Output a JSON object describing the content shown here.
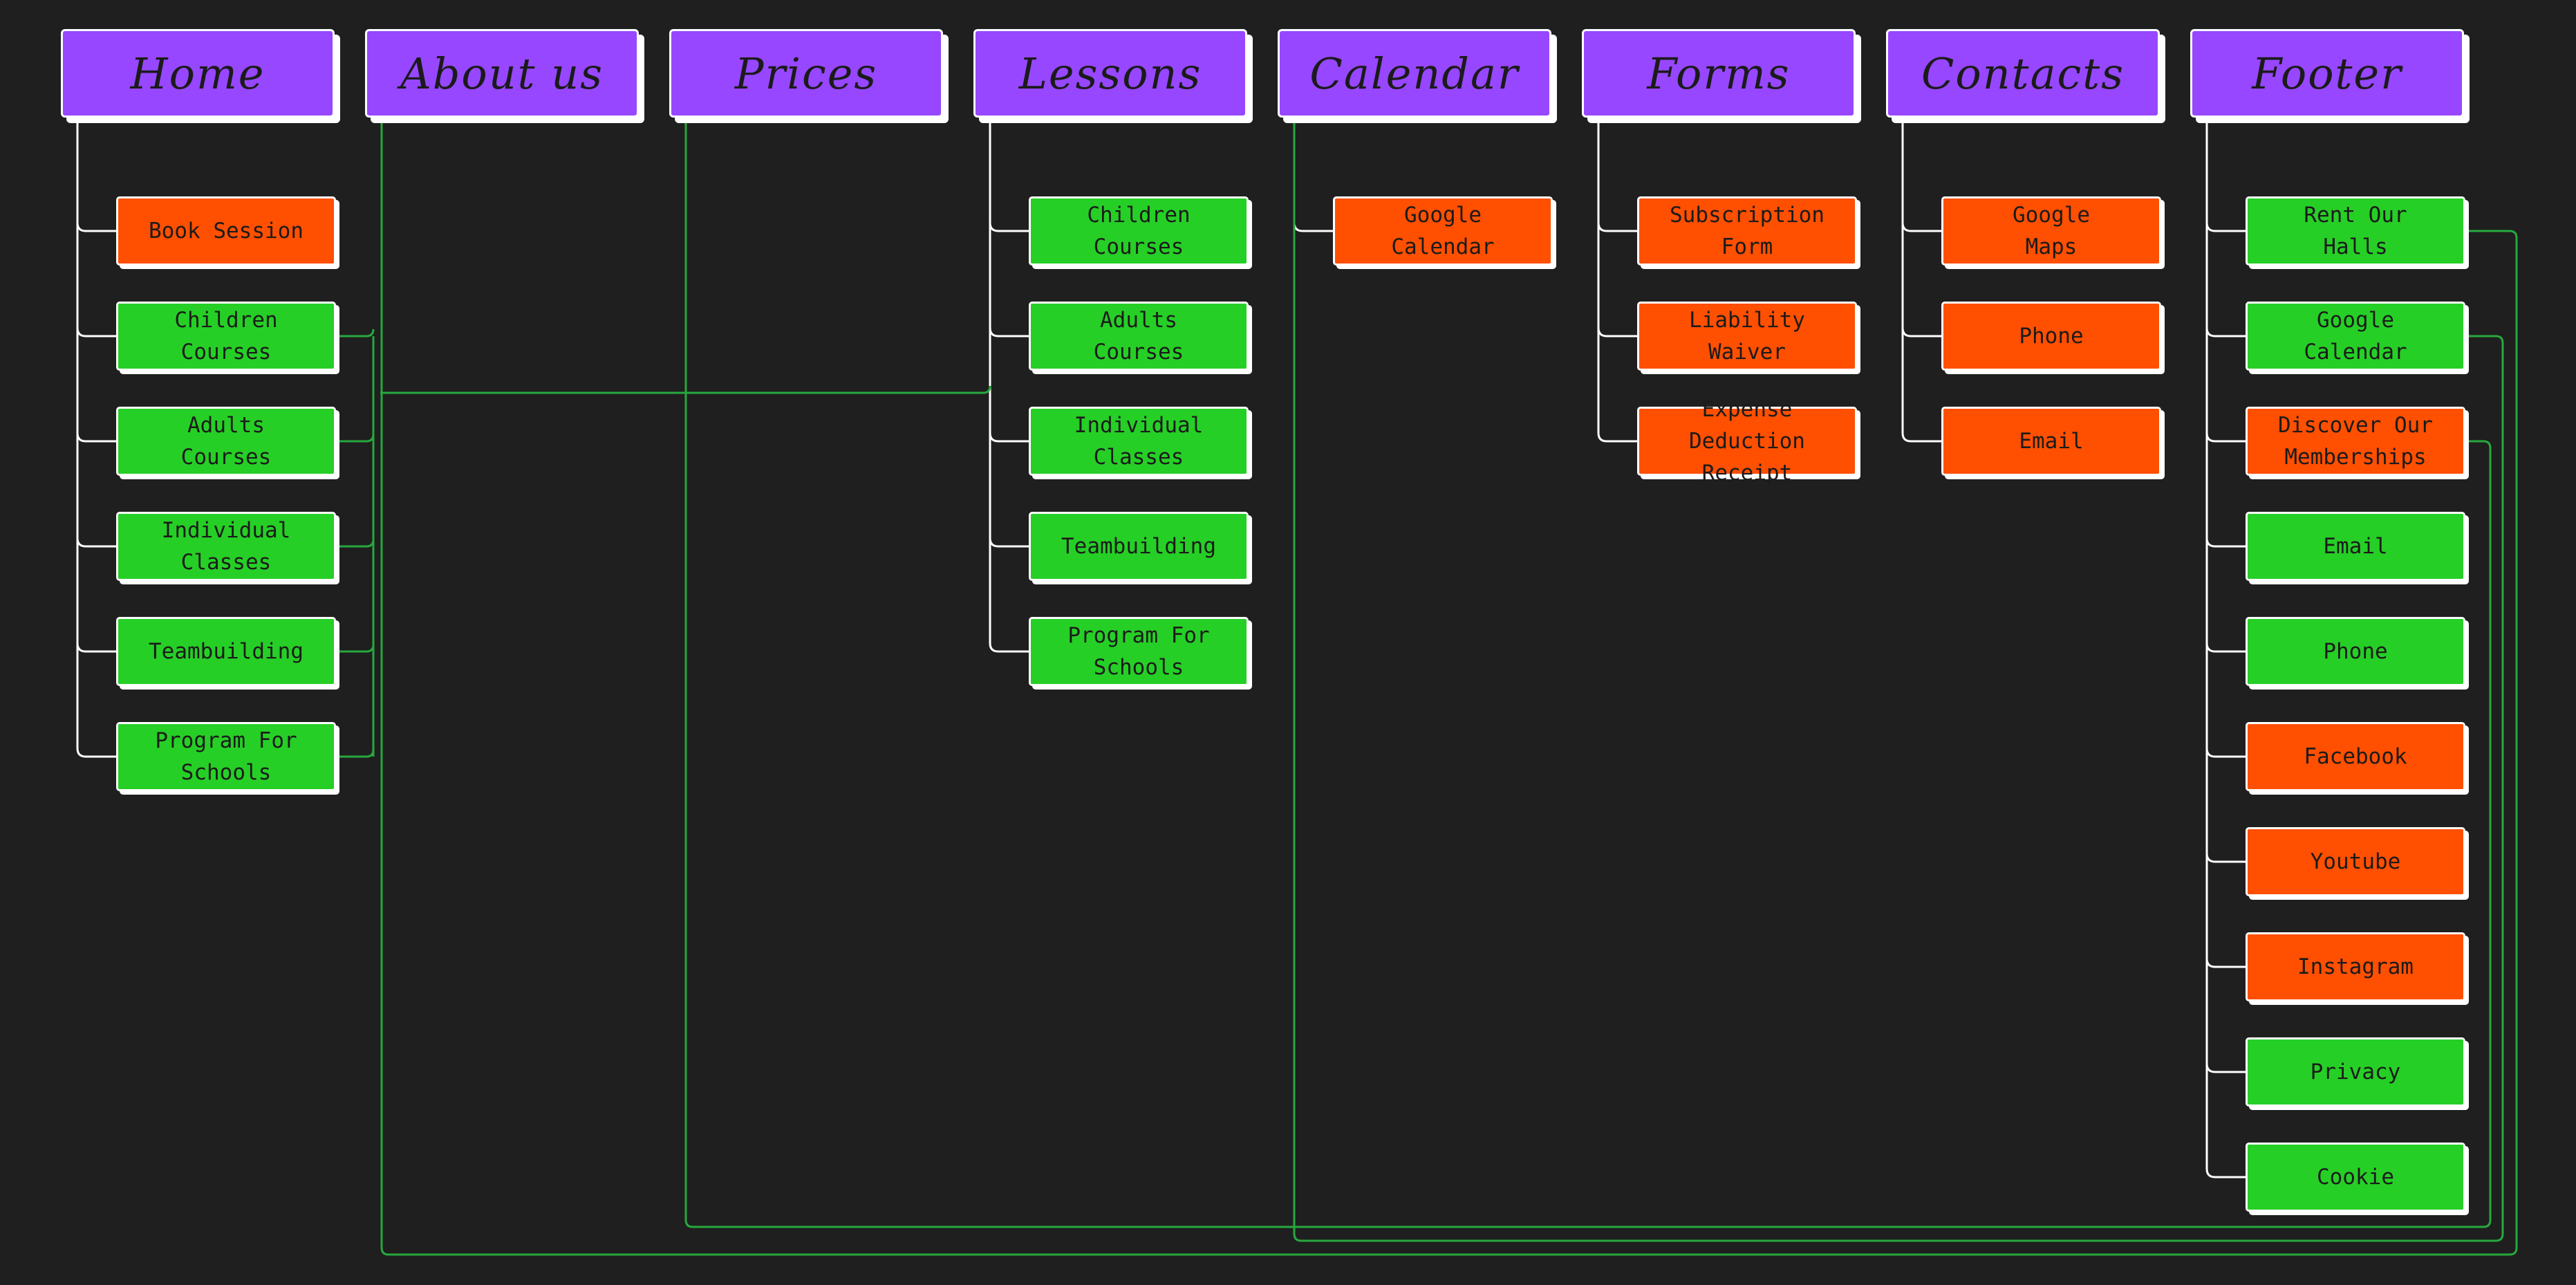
{
  "colors": {
    "background": "#1f1f1f",
    "header": "#9747ff",
    "link_node": "#26cf26",
    "external_node": "#ff4f00",
    "tree_line": "#ffffff",
    "cross_link": "#27a83e"
  },
  "sections": [
    {
      "title": "Home",
      "items": [
        {
          "label": "Book Session",
          "kind": "external"
        },
        {
          "label": "Children\nCourses",
          "kind": "link"
        },
        {
          "label": "Adults\nCourses",
          "kind": "link"
        },
        {
          "label": "Individual\nClasses",
          "kind": "link"
        },
        {
          "label": "Teambuilding",
          "kind": "link"
        },
        {
          "label": "Program For\nSchools",
          "kind": "link"
        }
      ]
    },
    {
      "title": "About us",
      "items": []
    },
    {
      "title": "Prices",
      "items": []
    },
    {
      "title": "Lessons",
      "items": [
        {
          "label": "Children\nCourses",
          "kind": "link"
        },
        {
          "label": "Adults\nCourses",
          "kind": "link"
        },
        {
          "label": "Individual\nClasses",
          "kind": "link"
        },
        {
          "label": "Teambuilding",
          "kind": "link"
        },
        {
          "label": "Program For\nSchools",
          "kind": "link"
        }
      ]
    },
    {
      "title": "Calendar",
      "items": [
        {
          "label": "Google\nCalendar",
          "kind": "external"
        }
      ]
    },
    {
      "title": "Forms",
      "items": [
        {
          "label": "Subscription\nForm",
          "kind": "external"
        },
        {
          "label": "Liability\nWaiver",
          "kind": "external"
        },
        {
          "label": "Expense Deduction\nReceipt",
          "kind": "external"
        }
      ]
    },
    {
      "title": "Contacts",
      "items": [
        {
          "label": "Google\nMaps",
          "kind": "external"
        },
        {
          "label": "Phone",
          "kind": "external"
        },
        {
          "label": "Email",
          "kind": "external"
        }
      ]
    },
    {
      "title": "Footer",
      "items": [
        {
          "label": "Rent Our\nHalls",
          "kind": "link"
        },
        {
          "label": "Google\nCalendar",
          "kind": "link"
        },
        {
          "label": "Discover Our\nMemberships",
          "kind": "external"
        },
        {
          "label": "Email",
          "kind": "link"
        },
        {
          "label": "Phone",
          "kind": "link"
        },
        {
          "label": "Facebook",
          "kind": "external"
        },
        {
          "label": "Youtube",
          "kind": "external"
        },
        {
          "label": "Instagram",
          "kind": "external"
        },
        {
          "label": "Privacy",
          "kind": "link"
        },
        {
          "label": "Cookie",
          "kind": "link"
        }
      ]
    }
  ]
}
